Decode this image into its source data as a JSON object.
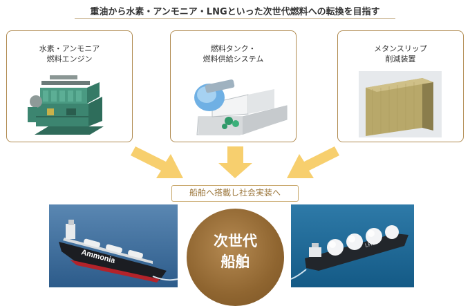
{
  "title": "重油から水素・アンモニア・LNGといった次世代燃料への転換を目指す",
  "cards": [
    {
      "line1": "水素・アンモニア",
      "line2": "燃料エンジン",
      "image_icon": "engine-illustration"
    },
    {
      "line1": "燃料タンク・",
      "line2": "燃料供給システム",
      "image_icon": "fuel-tank-illustration"
    },
    {
      "line1": "メタンスリップ",
      "line2": "削減装置",
      "image_icon": "catalyst-block-photo"
    }
  ],
  "banner": "船舶へ搭載し社会実装へ",
  "center": {
    "line1": "次世代",
    "line2": "船舶"
  },
  "ship_left": {
    "hull_text": "Ammonia"
  },
  "ship_right": {
    "hull_text": "LH2"
  },
  "colors": {
    "gold_border": "#b08a4f",
    "arrow": "#f7cf6e",
    "circle": "#8f6530",
    "banner_text": "#9a7438"
  }
}
